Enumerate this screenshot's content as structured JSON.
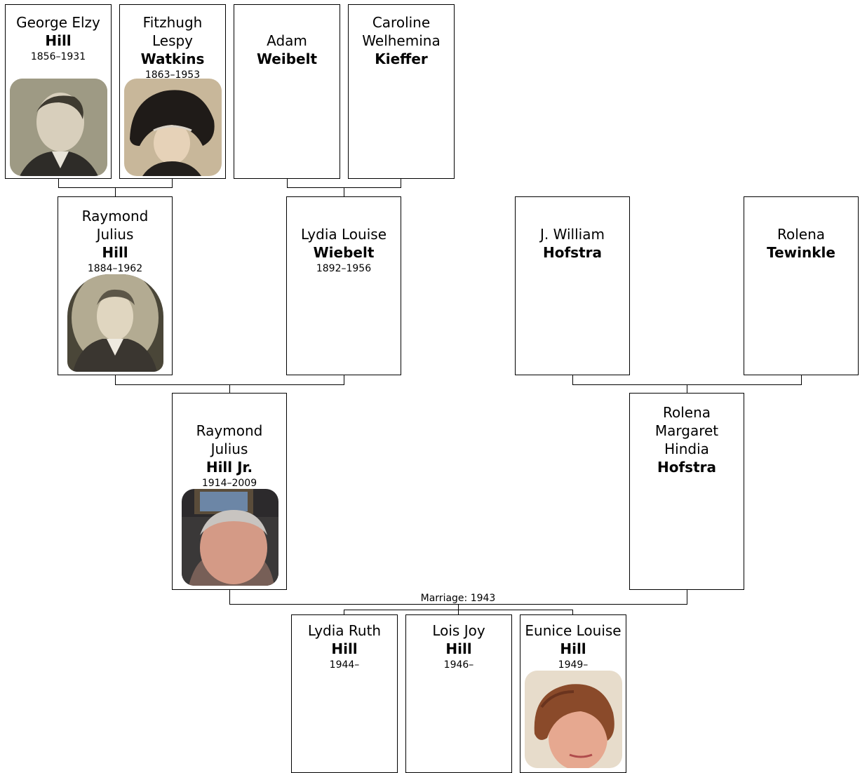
{
  "persons": {
    "george": {
      "given": "George Elzy",
      "surname": "Hill",
      "years": "1856–1931",
      "photo": "portrait-icon"
    },
    "fitzhugh": {
      "given": "Fitzhugh\nLespy",
      "surname": "Watkins",
      "years": "1863–1953",
      "photo": "portrait-icon"
    },
    "adam": {
      "given": "Adam",
      "surname": "Weibelt"
    },
    "caroline": {
      "given": "Caroline\nWelhemina",
      "surname": "Kieffer"
    },
    "raymond_sr": {
      "given": "Raymond\nJulius",
      "surname": "Hill",
      "years": "1884–1962",
      "photo": "portrait-icon"
    },
    "lydia_louise": {
      "given": "Lydia Louise",
      "surname": "Wiebelt",
      "years": "1892–1956"
    },
    "j_william": {
      "given": "J. William",
      "surname": "Hofstra"
    },
    "rolena_t": {
      "given": "Rolena",
      "surname": "Tewinkle"
    },
    "raymond_jr": {
      "given": "Raymond\nJulius",
      "surname": "Hill Jr.",
      "years": "1914–2009",
      "photo": "portrait-icon"
    },
    "rolena_h": {
      "given": "Rolena\nMargaret\nHindia",
      "surname": "Hofstra"
    },
    "lydia_ruth": {
      "given": "Lydia Ruth",
      "surname": "Hill",
      "years": "1944–"
    },
    "lois_joy": {
      "given": "Lois Joy",
      "surname": "Hill",
      "years": "1946–"
    },
    "eunice": {
      "given": "Eunice Louise",
      "surname": "Hill",
      "years": "1949–",
      "photo": "portrait-icon"
    }
  },
  "marriage_label": "Marriage: 1943",
  "colors": {
    "line": "#000000",
    "card_border": "#000000",
    "background": "#ffffff"
  }
}
